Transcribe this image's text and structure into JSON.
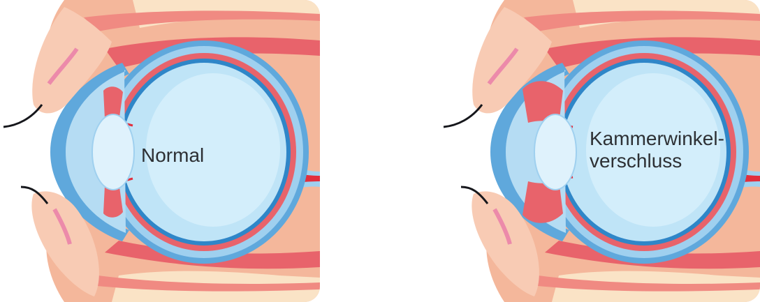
{
  "panels": [
    {
      "label_lines": [
        "Normal"
      ],
      "condition": "normal"
    },
    {
      "label_lines": [
        "Kammerwinkel-",
        "verschluss"
      ],
      "condition": "closed-angle"
    }
  ],
  "colors": {
    "background": "#ffffff",
    "skin": "#f4b79b",
    "skin_light": "#f8cbb4",
    "fat": "#fae3c6",
    "muscle": "#e8636b",
    "muscle_light": "#f08a82",
    "vessel": "#e22e3c",
    "sclera_outer": "#5fa8dc",
    "sclera": "#9fd0ef",
    "vitreous": "#bfe4f7",
    "vitreous_light": "#d3eefb",
    "retina_line": "#2f86c8",
    "lens": "#dff2fc",
    "cornea": "#b5dcf3",
    "lashes": "#16171c",
    "caption_text": "#2d3034"
  }
}
